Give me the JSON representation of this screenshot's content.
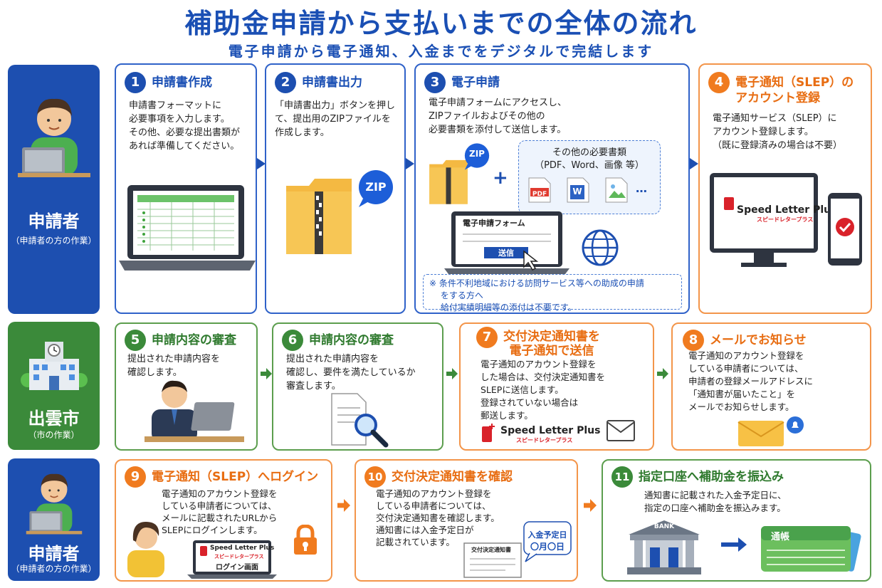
{
  "title": "補助金申請から支払いまでの全体の流れ",
  "subtitle": "電子申請から電子通知、入金までをデジタルで完結します",
  "roles": [
    {
      "name": "申請者",
      "sub": "（申請者の方の作業）"
    },
    {
      "name": "出雲市",
      "sub": "（市の作業）"
    },
    {
      "name": "申請者",
      "sub": "（申請者の方の作業）"
    }
  ],
  "steps": [
    {
      "num": "1",
      "title": "申請書作成",
      "text": "申請書フォーマットに\n必要事項を入力します。\nその他、必要な提出書類が\nあれば準備してください。"
    },
    {
      "num": "2",
      "title": "申請書出力",
      "text": "「申請書出力」ボタンを押し\nて、提出用のZIPファイルを\n作成します。",
      "zip_label": "ZIP"
    },
    {
      "num": "3",
      "title": "電子申請",
      "text": "電子申請フォームにアクセスし、\nZIPファイルおよびその他の\n必要書類を添付して送信します。",
      "zip_label": "ZIP",
      "plus": "+",
      "docs_title": "その他の必要書類",
      "docs_sub": "（PDF、Word、画像 等）",
      "pdf_label": "PDF",
      "word_label": "W",
      "more": "…",
      "form_title": "電子申請フォーム",
      "send_label": "送信",
      "note": "※ 条件不利地域における訪問サービス等への助成の申請\n　 をする方へ\n　 給付実績明細等の添付は不要です。"
    },
    {
      "num": "4",
      "title": "電子通知（SLEP）の\nアカウント登録",
      "text": "電子通知サービス（SLEP）に\nアカウント登録します。\n（既に登録済みの場合は不要）"
    },
    {
      "num": "5",
      "title": "申請内容の審査",
      "text": "提出された申請内容を\n確認します。"
    },
    {
      "num": "6",
      "title": "申請内容の審査",
      "text": "提出された申請内容を\n確認し、要件を満たしているか\n審査します。"
    },
    {
      "num": "7",
      "title": "交付決定通知書を\n電子通知で送信",
      "text": "電子通知のアカウント登録を\nした場合は、交付決定通知書を\nSLEPに送信します。\n登録されていない場合は\n郵送します。"
    },
    {
      "num": "8",
      "title": "メールでお知らせ",
      "text": "電子通知のアカウント登録を\nしている申請者については、\n申請者の登録メールアドレスに\n「通知書が届いたこと」を\nメールでお知らせします。"
    },
    {
      "num": "9",
      "title": "電子通知（SLEP）へログイン",
      "text": "電子通知のアカウント登録を\nしている申請者については、\nメールに記載されたURLから\nSLEPにログインします。",
      "login_label": "ログイン画面"
    },
    {
      "num": "10",
      "title": "交付決定通知書を確認",
      "text": "電子通知のアカウント登録を\nしている申請者については、\n交付決定通知書を確認します。\n通知書には入金予定日が\n記載されています。",
      "doc_label": "交付決定通知書",
      "date_title": "入金予定日",
      "date_value": "〇月〇日"
    },
    {
      "num": "11",
      "title": "指定口座へ補助金を振込み",
      "text": "通知書に記載された入金予定日に、\n指定の口座へ補助金を振込みます。",
      "bank_label": "BANK",
      "passbook_label": "通帳"
    }
  ],
  "slep": {
    "name": "Speed Letter Plus",
    "kana": "スピードレタープラス"
  },
  "colors": {
    "blue": "#1d4fb0",
    "green": "#3b8a3a",
    "orange": "#f07b1f"
  }
}
